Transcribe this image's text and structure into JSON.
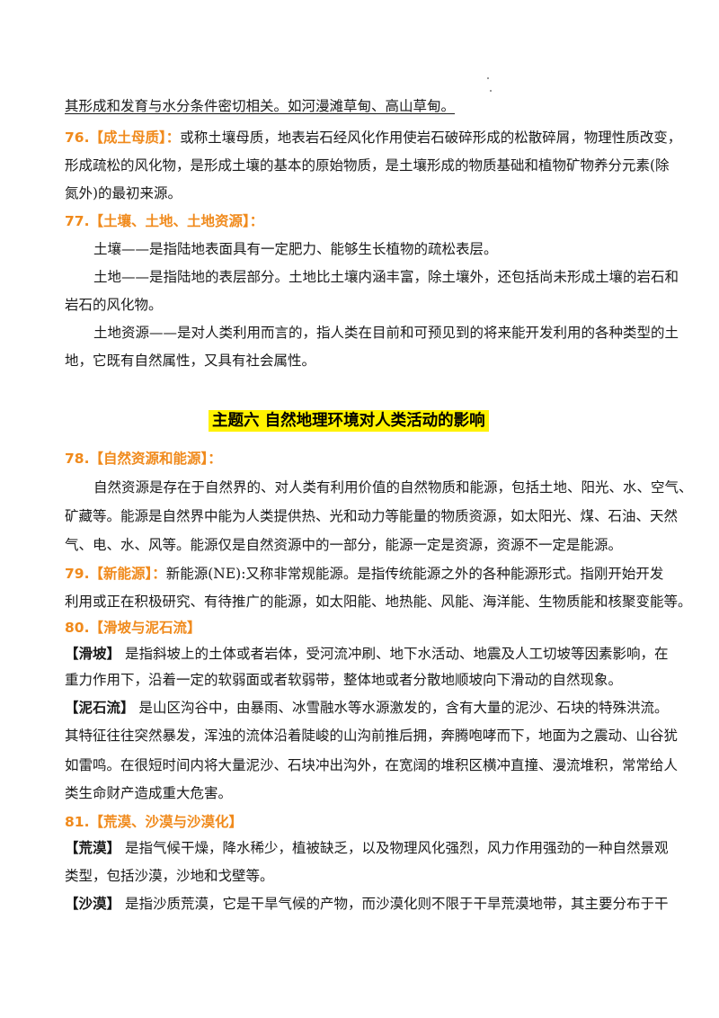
{
  "lines": [
    {
      "text": "其形成和发育与水分条件密切相关。如河漫滩草甸、高山草甸。"
    },
    {
      "title": "76.【成土母质】：",
      "text": "或称土壤母质，地表岩石经风化作用使岩石破碎形成的松散碎屑，物理性质改变，"
    },
    {
      "text": "形成疏松的风化物，是形成土壤的基本的原始物质，是土壤形成的物质基础和植物矿物养分元素(除"
    },
    {
      "text": "氮外)的最初来源。"
    },
    {
      "title": "77.【土壤、土地、土地资源】："
    },
    {
      "text": "土壤——是指陆地表面具有一定肥力、能够生长植物的疏松表层。"
    },
    {
      "text": "土地——是指陆地的表层部分。土地比土壤内涵丰富，除土壤外，还包括尚未形成土壤的岩石和"
    },
    {
      "text": "岩石的风化物。"
    },
    {
      "text": "土地资源——是对人类利用而言的，指人类在目前和可预见到的将来能开发利用的各种类型的土"
    },
    {
      "text": "地，它既有自然属性，又具有社会属性。"
    },
    {
      "title": "78.【自然资源和能源】："
    },
    {
      "text": "自然资源是存在于自然界的、对人类有利用价值的自然物质和能源，包括土地、阳光、水、空气、"
    },
    {
      "text": "矿藏等。能源是自然界中能为人类提供热、光和动力等能量的物质资源，如太阳光、煤、石油、天然"
    },
    {
      "text": "气、电、水、风等。能源仅是自然资源中的一部分，能源一定是资源，资源不一定是能源。"
    },
    {
      "title": "79.【新能源】：",
      "text": "新能源(NE):又称非常规能源。是指传统能源之外的各种能源形式。指刚开始开发"
    },
    {
      "text": "利用或正在积极研究、有待推广的能源，如太阳能、地热能、风能、海洋能、生物质能和核聚变能等。"
    },
    {
      "title": "80.【滑坡与泥石流】"
    },
    {
      "term": "【滑坡】",
      "text": "是指斜坡上的土体或者岩体，受河流冲刷、地下水活动、地震及人工切坡等因素影响，在"
    },
    {
      "text": "重力作用下，沿着一定的软弱面或者软弱带，整体地或者分散地顺坡向下滑动的自然现象。"
    },
    {
      "term": "【泥石流】",
      "text": "是山区沟谷中，由暴雨、冰雪融水等水源激发的，含有大量的泥沙、石块的特殊洪流。"
    },
    {
      "text": "其特征往往突然暴发，浑浊的流体沿着陡峻的山沟前推后拥，奔腾咆哮而下，地面为之震动、山谷犹"
    },
    {
      "text": "如雷鸣。在很短时间内将大量泥沙、石块冲出沟外，在宽阔的堆积区横冲直撞、漫流堆积，常常给人"
    },
    {
      "text": "类生命财产造成重大危害。"
    },
    {
      "title": "81.【荒漠、沙漠与沙漠化】"
    },
    {
      "term": "【荒漠】",
      "text": "是指气候干燥，降水稀少，植被缺乏，以及物理风化强烈，风力作用强劲的一种自然景观"
    },
    {
      "text": "类型，包括沙漠，沙地和戈壁等。"
    },
    {
      "term": "【沙漠】",
      "text": "是指沙质荒漠，它是干旱气候的产物，而沙漠化则不限于干旱荒漠地带，其主要分布于干"
    }
  ],
  "topic_heading": "主题六  自然地理环境对人类活动的影响"
}
